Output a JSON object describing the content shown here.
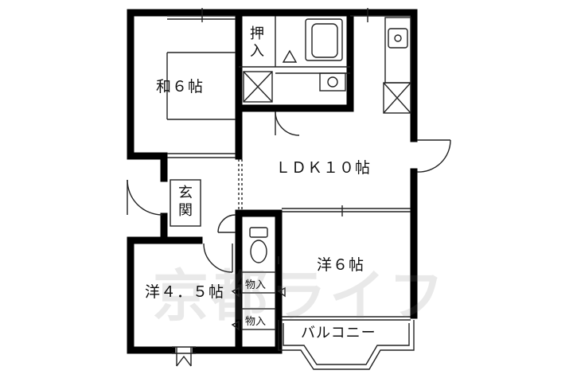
{
  "rooms": {
    "washitsu": "和６帖",
    "ldk": "ＬＤＫ１０帖",
    "genkan": "玄関",
    "yoshitsu6": "洋６帖",
    "yoshitsu45": "洋４．５帖",
    "oshiire": "押入",
    "mono1": "物入",
    "mono2": "物入",
    "balcony": "バルコニー"
  },
  "watermark": "京都ライフ",
  "colors": {
    "wall": "#000000",
    "line": "#222222",
    "background": "#ffffff"
  }
}
